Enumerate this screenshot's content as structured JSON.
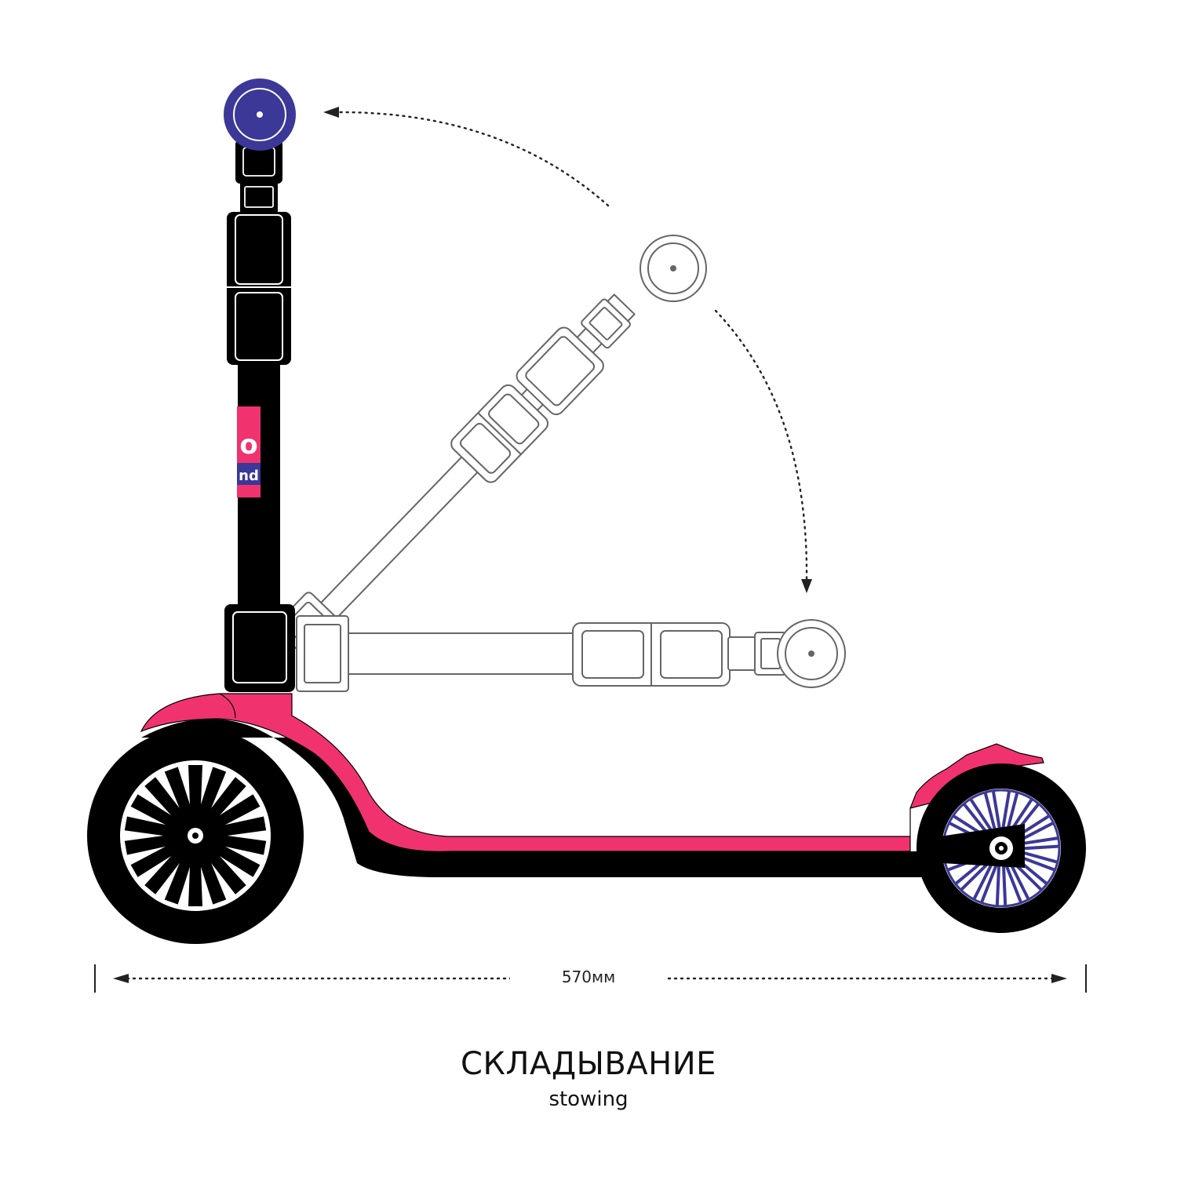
{
  "dimension": {
    "label": "570мм"
  },
  "caption": {
    "title": "СКЛАДЫВАНИЕ",
    "subtitle": "stowing"
  },
  "sticker": {
    "line1": "o",
    "line2": "nd"
  },
  "colors": {
    "deck": "#f0336f",
    "frame": "#000000",
    "accent": "#3b3898",
    "ghost_stroke": "#666666",
    "background": "#ffffff"
  }
}
